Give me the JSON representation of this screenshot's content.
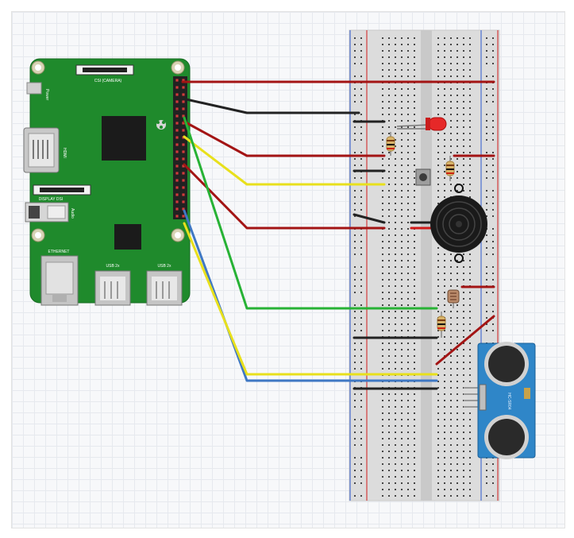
{
  "board": {
    "labels": {
      "camera": "CSI (CAMERA)",
      "display": "DISPLAY DSI",
      "power": "Power",
      "hdmi": "HDMI",
      "audio": "Audio",
      "ethernet": "ETHERNET",
      "usb_left": "USB 2x",
      "usb_right": "USB 2x"
    }
  },
  "components": {
    "ultrasonic_label": "HC-SR04"
  },
  "colors": {
    "board_green": "#1f8a2c",
    "breadboard": "#dedede",
    "wire_red": "#a31414",
    "wire_black": "#222222",
    "wire_yellow": "#e8e01c",
    "wire_green": "#27b235",
    "wire_blue": "#3f78c4",
    "sensor_blue": "#2f86c8",
    "led_red": "#e62828"
  }
}
